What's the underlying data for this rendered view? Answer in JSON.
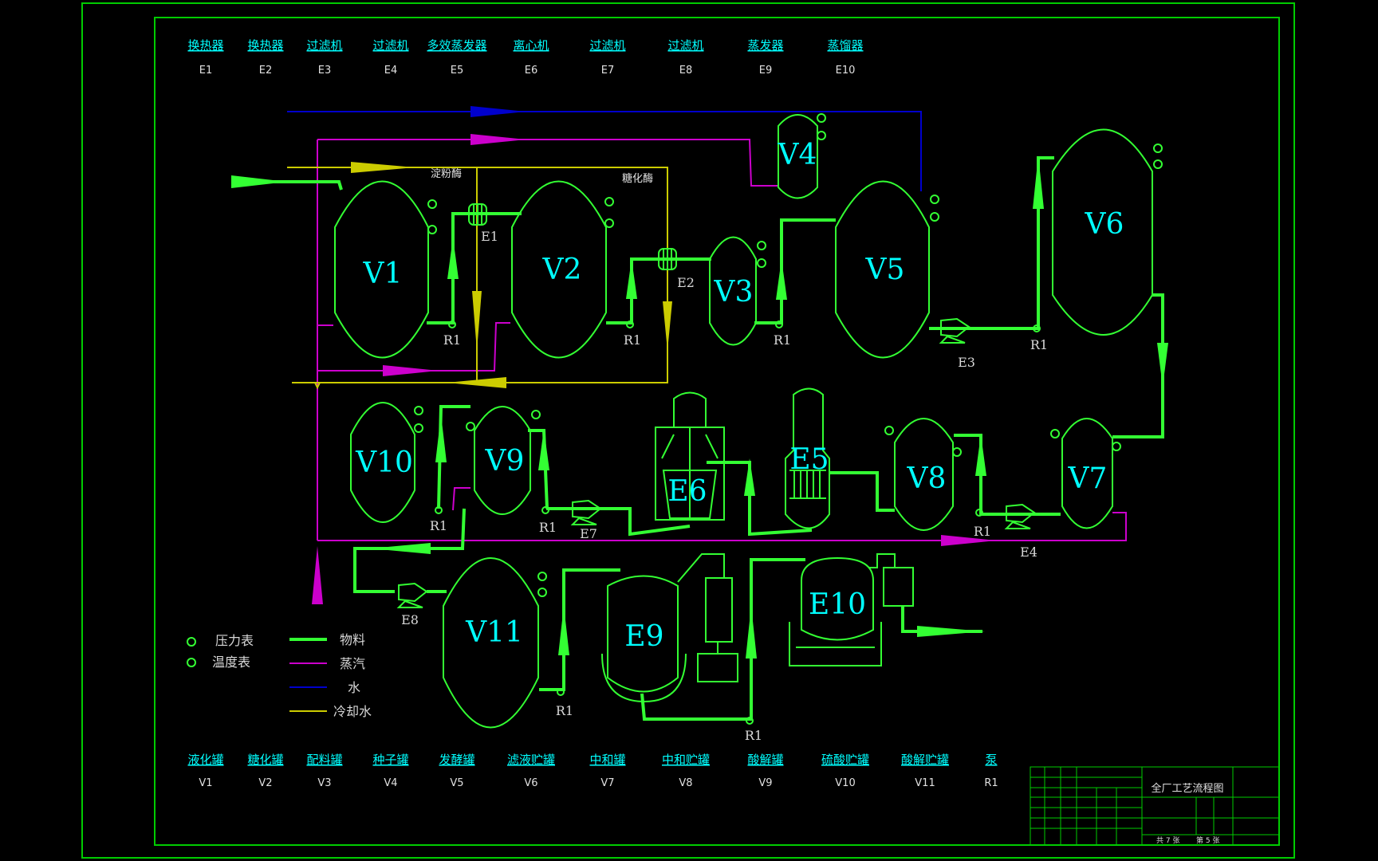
{
  "equipment_top": [
    {
      "name": "换热器",
      "code": "E1"
    },
    {
      "name": "换热器",
      "code": "E2"
    },
    {
      "name": "过滤机",
      "code": "E3"
    },
    {
      "name": "过滤机",
      "code": "E4"
    },
    {
      "name": "多效蒸发器",
      "code": "E5"
    },
    {
      "name": "离心机",
      "code": "E6"
    },
    {
      "name": "过滤机",
      "code": "E7"
    },
    {
      "name": "过滤机",
      "code": "E8"
    },
    {
      "name": "蒸发器",
      "code": "E9"
    },
    {
      "name": "蒸馏器",
      "code": "E10"
    }
  ],
  "equipment_bottom": [
    {
      "name": "液化罐",
      "code": "V1"
    },
    {
      "name": "糖化罐",
      "code": "V2"
    },
    {
      "name": "配料罐",
      "code": "V3"
    },
    {
      "name": "种子罐",
      "code": "V4"
    },
    {
      "name": "发酵罐",
      "code": "V5"
    },
    {
      "name": "滤液贮罐",
      "code": "V6"
    },
    {
      "name": "中和罐",
      "code": "V7"
    },
    {
      "name": "中和贮罐",
      "code": "V8"
    },
    {
      "name": "酸解罐",
      "code": "V9"
    },
    {
      "name": "硫酸贮罐",
      "code": "V10"
    },
    {
      "name": "酸解贮罐",
      "code": "V11"
    },
    {
      "name": "泵",
      "code": "R1"
    }
  ],
  "vessels": {
    "V1": "V1",
    "V2": "V2",
    "V3": "V3",
    "V4": "V4",
    "V5": "V5",
    "V6": "V6",
    "V7": "V7",
    "V8": "V8",
    "V9": "V9",
    "V10": "V10",
    "V11": "V11",
    "E5": "E5",
    "E6": "E6",
    "E9": "E9",
    "E10": "E10"
  },
  "tags": {
    "E1": "E1",
    "E2": "E2",
    "E3": "E3",
    "E4": "E4",
    "E7": "E7",
    "E8": "E8",
    "R1": "R1"
  },
  "notes": {
    "starch": "淀粉酶",
    "sugar": "糖化酶"
  },
  "legend": {
    "pressure": "压力表",
    "temperature": "温度表",
    "material": "物料",
    "steam": "蒸汽",
    "water": "水",
    "cooling": "冷却水"
  },
  "colors": {
    "material": "#33ff33",
    "steam": "#cc00cc",
    "water": "#0000cc",
    "cooling": "#cccc00",
    "frame": "#00cc00"
  },
  "title_block": {
    "title": "全厂工艺流程图",
    "sheet": "共 7 张",
    "page": "第 5 张"
  }
}
